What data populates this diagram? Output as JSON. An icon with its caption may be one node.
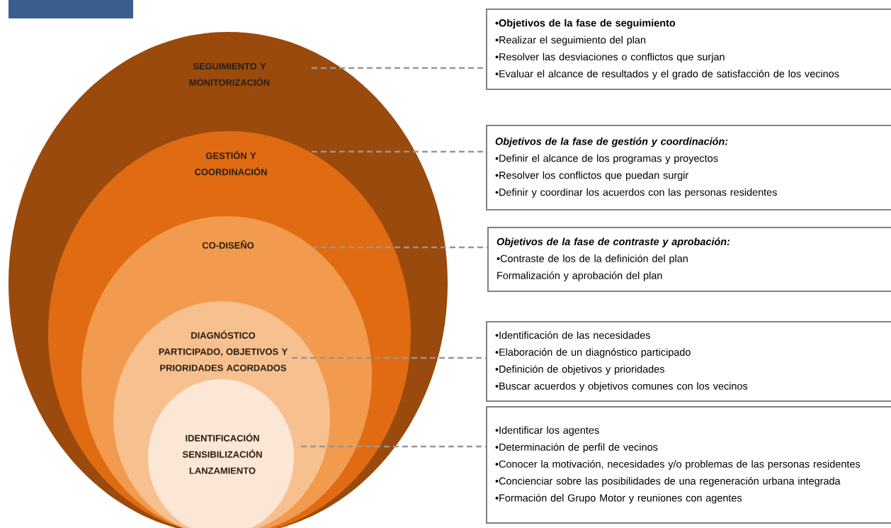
{
  "diagram": {
    "nodes": [
      {
        "text": [
          "SEGUIMIENTO Y MONITORIZACIÓN"
        ]
      },
      {
        "text": [
          "GESTIÓN Y COORDINACIÓN"
        ],
        "in": 0
      },
      {
        "text": [
          "CO-DISEÑO"
        ],
        "in": 1
      },
      {
        "text": [
          "DIAGNÓSTICO PARTICIPADO, OBJETIVOS Y PRIORIDADES ACORDADOS"
        ],
        "in": 2
      },
      {
        "text": [
          "IDENTIFICACIÓN SENSIBILIZACIÓN LANZAMIENTO"
        ],
        "in": 3
      },
      {
        "text": [
          "•Objetivos de la fase de seguimiento",
          "•Realizar el seguimiento del plan",
          "•Resolver las desviaciones o conflictos que surjan",
          "•Evaluar el alcance de resultados y el grado de satisfacción de los vecinos"
        ]
      },
      {
        "text": [
          "Objetivos de la fase de gestión y coordinación:",
          "•Definir el alcance de los programas y proyectos",
          "•Resolver los conflictos que puedan surgir",
          "•Definir y coordinar los acuerdos con las personas residentes"
        ]
      },
      {
        "text": [
          "Objetivos de la fase de contraste y aprobación:",
          "•Contraste de los de la definición del plan",
          "Formalización y aprobación del plan"
        ]
      },
      {
        "text": [
          "•Identificación de las necesidades",
          "•Elaboración de un diagnóstico participado",
          "•Definición de objetivos y prioridades",
          "•Buscar acuerdos y objetivos comunes con los vecinos"
        ]
      },
      {
        "text": [
          "•Identificar los agentes",
          "•Determinación de perfil de vecinos",
          "•Conocer la motivación, necesidades y/o problemas de las personas residentes",
          "•Concienciar sobre las posibilidades de una regeneración urbana integrada",
          "•Formación del Grupo Motor y reuniones con agentes"
        ]
      }
    ],
    "edges": [
      {
        "from": 0,
        "to": 5,
        "arrow": "none"
      },
      {
        "from": 1,
        "to": 6,
        "arrow": "none"
      },
      {
        "from": 2,
        "to": 7,
        "arrow": "none"
      },
      {
        "from": 3,
        "to": 8,
        "arrow": "none"
      },
      {
        "from": 4,
        "to": 9,
        "arrow": "none"
      }
    ]
  }
}
